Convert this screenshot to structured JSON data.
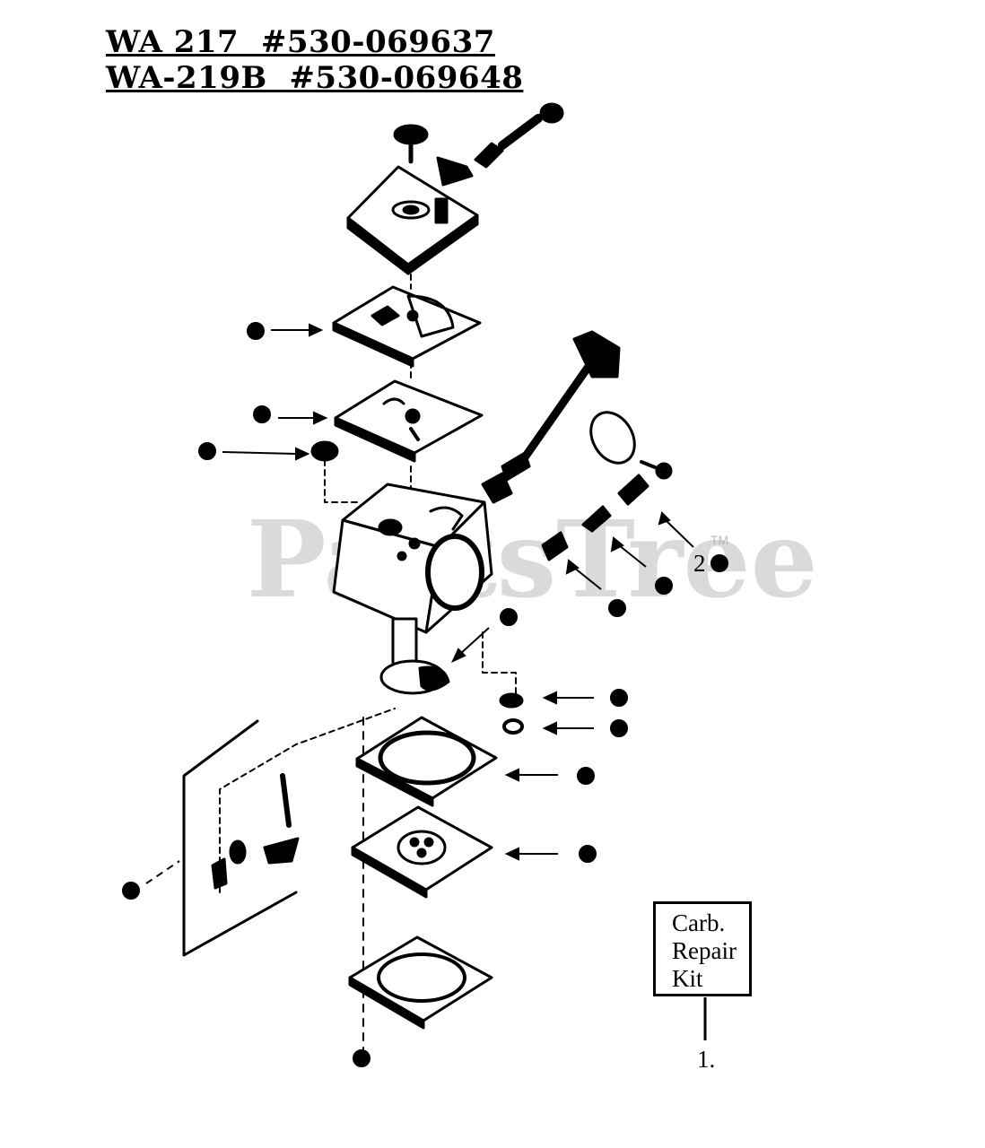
{
  "heading": {
    "line1": "WA 217  #530-069637",
    "line2": "WA-219B  #530-069648"
  },
  "watermark": {
    "text": "PartsTree",
    "trademark": "TM"
  },
  "kit_box": {
    "line1": "Carb.",
    "line2": "Repair",
    "line3": "Kit"
  },
  "references": {
    "kit_ref": "1.",
    "part_ref": "2"
  },
  "colors": {
    "ink": "#000000",
    "watermark": "#969696",
    "background": "#ffffff"
  }
}
